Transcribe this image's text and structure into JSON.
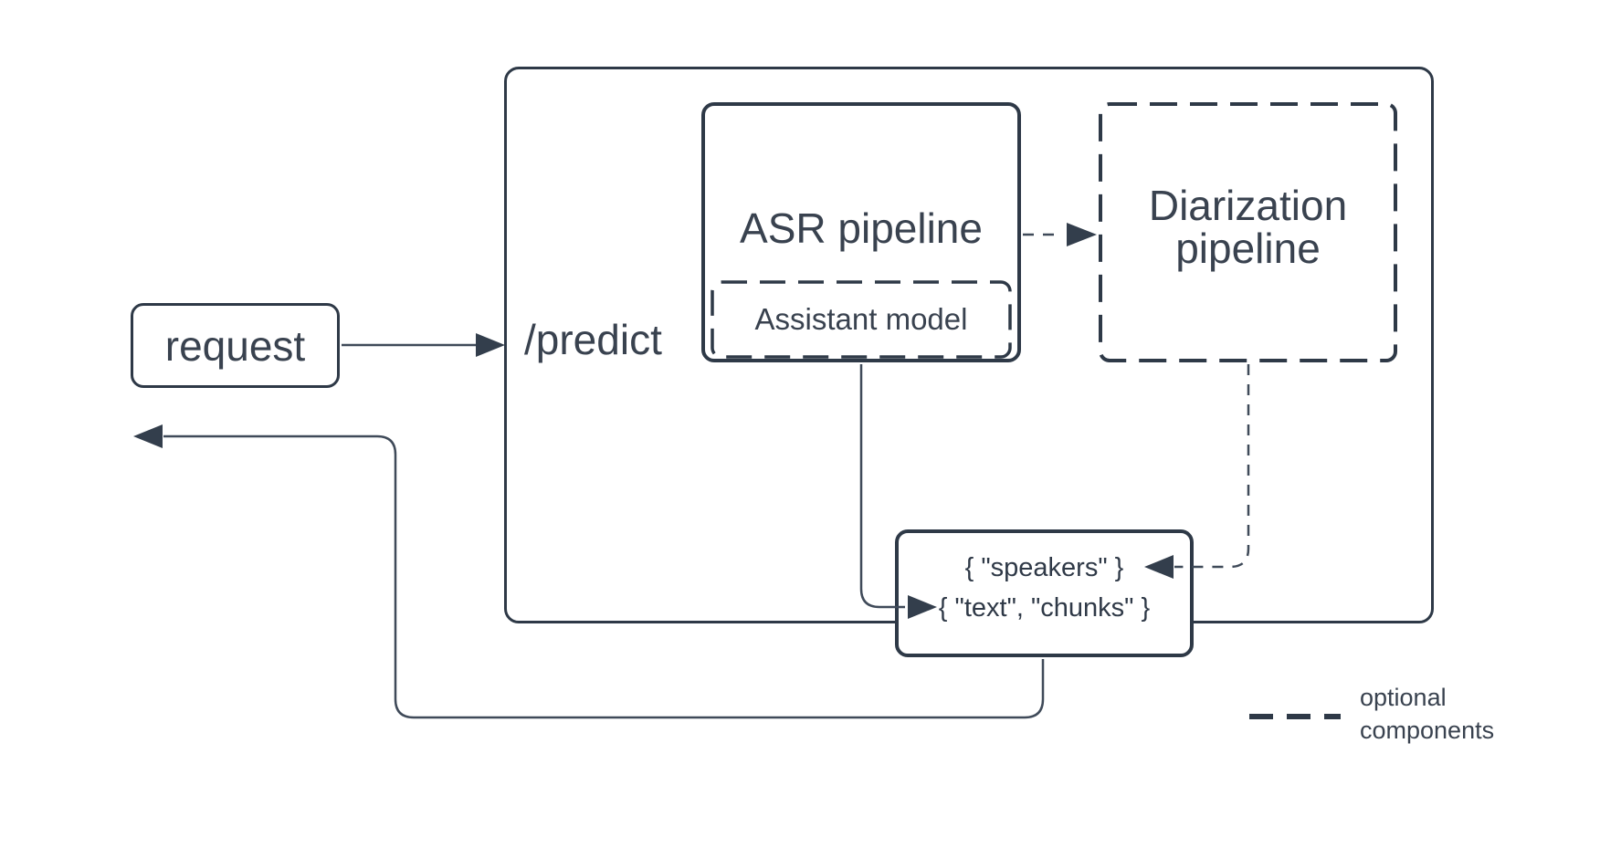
{
  "diagram": {
    "request": {
      "label": "request"
    },
    "endpoint": {
      "label": "/predict"
    },
    "asr_pipeline": {
      "label": "ASR pipeline"
    },
    "assistant_model": {
      "label": "Assistant model"
    },
    "diarization_pipeline": {
      "label": "Diarization pipeline"
    },
    "output": {
      "speakers_line": "{ \"speakers\" }",
      "text_chunks_line": "{ \"text\", \"chunks\" }"
    },
    "legend": {
      "label": "optional components"
    },
    "colors": {
      "box_stroke": "#2e3947",
      "text": "#39424f",
      "connector": "#3f4a59",
      "arrowhead": "#333e4c",
      "background": "#ffffff"
    }
  }
}
